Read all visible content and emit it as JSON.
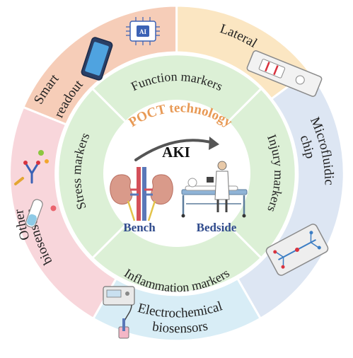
{
  "center": {
    "poct": "POCT technology",
    "aki": "AKI",
    "bench": "Bench",
    "bedside": "Bedside"
  },
  "inner_ring": {
    "function": "Function markers",
    "injury": "Injury markers",
    "inflammation": "Inflammation markers",
    "stress": "Stress markers"
  },
  "outer_ring": {
    "lateral": "Lateral",
    "microfluidic_1": "Microfluidic",
    "microfluidic_2": "chip",
    "electrochemical_1": "Electrochemical",
    "electrochemical_2": "biosensors",
    "other_1": "Other",
    "other_2": "biosensors",
    "smart_1": "Smart",
    "smart_2": "readout"
  },
  "icons": {
    "chip_label": "AI"
  },
  "colors": {
    "lateral": "#fbe6c2",
    "microfluidic": "#dde6f3",
    "electrochemical": "#d8edf6",
    "other": "#f8d6db",
    "smart": "#f6cdb8",
    "inner": "#dcf0d6",
    "poct": "#e89a56",
    "bench_text": "#2f4a8c"
  }
}
